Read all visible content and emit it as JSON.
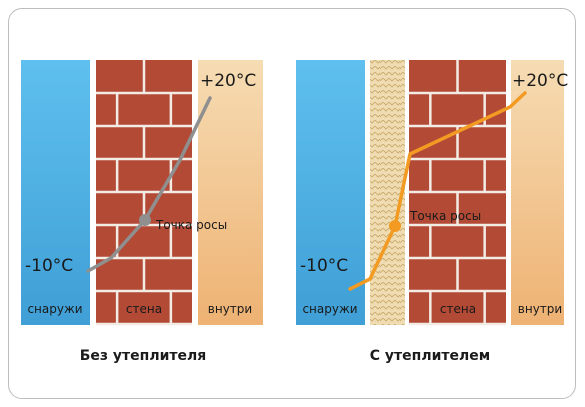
{
  "panels": [
    {
      "caption": "Без утеплителя",
      "outside_temp": "-10°C",
      "inside_temp": "+20°C",
      "outside_label": "снаружи",
      "wall_label": "стена",
      "inside_label": "внутри",
      "dew_point_label": "Точка росы",
      "insulated": false,
      "line_color": "#8f8f8f"
    },
    {
      "caption": "С утеплителем",
      "outside_temp": "-10°C",
      "inside_temp": "+20°C",
      "outside_label": "снаружи",
      "wall_label": "стена",
      "inside_label": "внутри",
      "dew_point_label": "Точка росы",
      "insulated": true,
      "line_color": "#f29a22"
    }
  ],
  "colors": {
    "outside": "#4fb4e6",
    "inside": "#f1ca96",
    "brick": "#b34a36",
    "mortar": "#f3ece4",
    "insulation": "#eed9ae"
  }
}
